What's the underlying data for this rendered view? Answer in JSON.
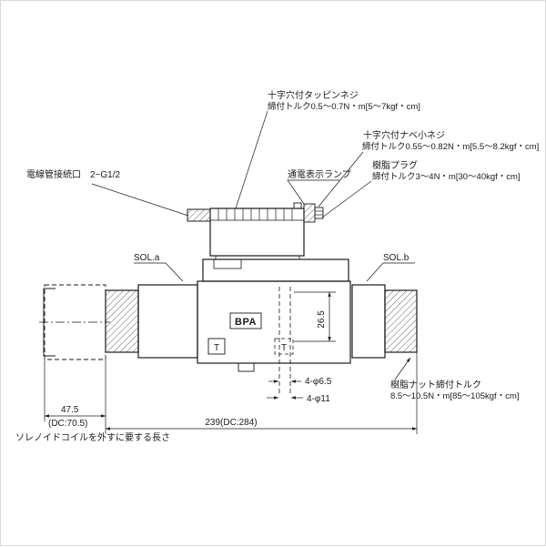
{
  "drawing": {
    "title_hint": "solenoid-valve-outline-drawing",
    "line_color": "#1a1a1a",
    "bg_color": "#ffffff"
  },
  "annotations": {
    "tapping_screw": {
      "line1": "十字穴付タッピンネジ",
      "line2": "締付トルク0.5〜0.7N・m[5〜7kgf・cm]"
    },
    "pan_screw": {
      "line1": "十字穴付ナベ小ネジ",
      "line2": "締付トルク0.55〜0.82N・m[5.5〜8.2kgf・cm]"
    },
    "resin_plug": {
      "line1": "樹脂プラグ",
      "line2": "締付トルク3〜4N・m[30〜40kgf・cm]"
    },
    "conduit_port": {
      "label": "電線管接続口　2−G1/2"
    },
    "power_lamp": {
      "label": "通電表示ランプ"
    },
    "resin_nut": {
      "line1": "樹脂ナット締付トルク",
      "line2": "8.5〜10.5N・m[85〜105kgf・cm]"
    },
    "sol_a": "SOL.a",
    "sol_b": "SOL.b",
    "note": "ソレノイドコイルを外すに要する長さ"
  },
  "part_labels": {
    "model": "BPA",
    "port_left": "T",
    "port_right": "T"
  },
  "dimensions": {
    "height_26_5": "26.5",
    "hole_small": "4-φ6.5",
    "hole_large": "4-φ11",
    "removal_length": "47.5",
    "removal_length_dc": "(DC:70.5)",
    "overall_length": "239(DC:284)"
  }
}
